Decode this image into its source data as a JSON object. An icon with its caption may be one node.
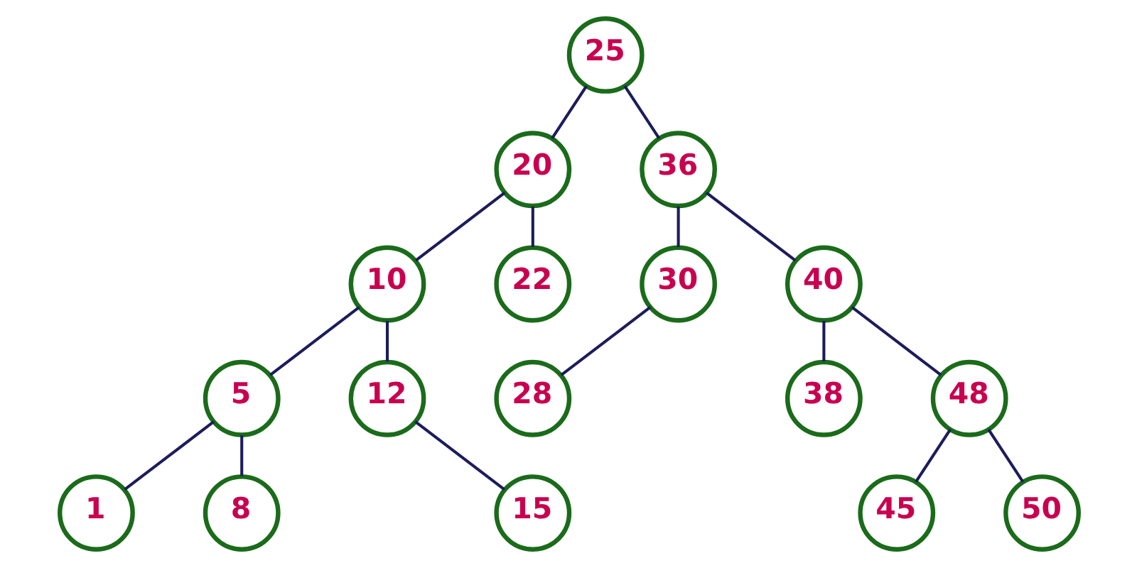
{
  "diagram": {
    "nodes": [
      {
        "text": [
          "25"
        ]
      },
      {
        "text": [
          "20"
        ]
      },
      {
        "text": [
          "36"
        ]
      },
      {
        "text": [
          "10"
        ]
      },
      {
        "text": [
          "22"
        ]
      },
      {
        "text": [
          "30"
        ]
      },
      {
        "text": [
          "40"
        ]
      },
      {
        "text": [
          "5"
        ]
      },
      {
        "text": [
          "12"
        ]
      },
      {
        "text": [
          "28"
        ]
      },
      {
        "text": [
          "38"
        ]
      },
      {
        "text": [
          "48"
        ]
      },
      {
        "text": [
          "1"
        ]
      },
      {
        "text": [
          "8"
        ]
      },
      {
        "text": [
          "15"
        ]
      },
      {
        "text": [
          "45"
        ]
      },
      {
        "text": [
          "50"
        ]
      }
    ],
    "edges": [
      {
        "from": 0,
        "to": 1,
        "arrow": "none"
      },
      {
        "from": 0,
        "to": 2,
        "arrow": "none"
      },
      {
        "from": 1,
        "to": 3,
        "arrow": "none"
      },
      {
        "from": 1,
        "to": 4,
        "arrow": "none"
      },
      {
        "from": 2,
        "to": 5,
        "arrow": "none"
      },
      {
        "from": 2,
        "to": 6,
        "arrow": "none"
      },
      {
        "from": 3,
        "to": 7,
        "arrow": "none"
      },
      {
        "from": 3,
        "to": 8,
        "arrow": "none"
      },
      {
        "from": 5,
        "to": 9,
        "arrow": "none"
      },
      {
        "from": 6,
        "to": 10,
        "arrow": "none"
      },
      {
        "from": 6,
        "to": 11,
        "arrow": "none"
      },
      {
        "from": 7,
        "to": 12,
        "arrow": "none"
      },
      {
        "from": 7,
        "to": 13,
        "arrow": "none"
      },
      {
        "from": 8,
        "to": 14,
        "arrow": "none"
      },
      {
        "from": 11,
        "to": 15,
        "arrow": "none"
      },
      {
        "from": 11,
        "to": 16,
        "arrow": "none"
      }
    ]
  }
}
